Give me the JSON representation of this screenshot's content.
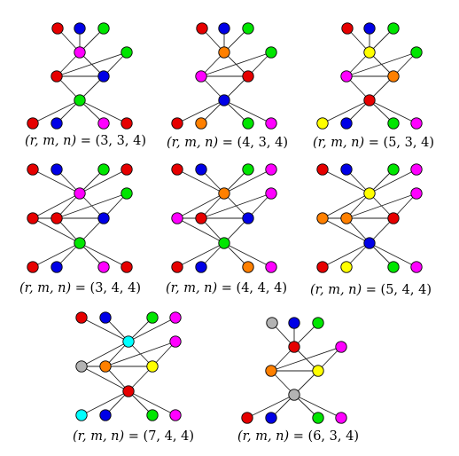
{
  "palette": {
    "R": "#e60000",
    "B": "#0000e6",
    "G": "#00e600",
    "M": "#ff00ff",
    "O": "#ff8000",
    "Y": "#ffff00",
    "C": "#00ffff",
    "S": "#b3b3b3"
  },
  "captions": {
    "c1": {
      "prefix": "(r, m, n) = ",
      "value": "(3, 3, 4)"
    },
    "c2": {
      "prefix": "(r, m, n) = ",
      "value": "(4, 3, 4)"
    },
    "c3": {
      "prefix": "(r, m, n) = ",
      "value": "(5, 3, 4)"
    },
    "c4": {
      "prefix": "(r, m, n) = ",
      "value": "(3, 4, 4)"
    },
    "c5": {
      "prefix": "(r, m, n) = ",
      "value": "(4, 4, 4)"
    },
    "c6": {
      "prefix": "(r, m, n) = ",
      "value": "(5, 4, 4)"
    },
    "c7": {
      "prefix": "(r, m, n) = ",
      "value": "(7, 4, 4)"
    },
    "c8": {
      "prefix": "(r, m, n) = ",
      "value": "(6, 3, 4)"
    }
  },
  "graphs": [
    {
      "id": "graph-334",
      "nodes": [
        {
          "id": "t1",
          "color": "R"
        },
        {
          "id": "t2",
          "color": "B"
        },
        {
          "id": "t3",
          "color": "G"
        },
        {
          "id": "hub1",
          "color": "M"
        },
        {
          "id": "side",
          "color": "G"
        },
        {
          "id": "midL",
          "color": "R"
        },
        {
          "id": "midR",
          "color": "B"
        },
        {
          "id": "hub2",
          "color": "G"
        },
        {
          "id": "b1",
          "color": "R"
        },
        {
          "id": "b2",
          "color": "B"
        },
        {
          "id": "b3",
          "color": "M"
        },
        {
          "id": "b4",
          "color": "R"
        }
      ],
      "edges": [
        [
          "t1",
          "hub1"
        ],
        [
          "t2",
          "hub1"
        ],
        [
          "t3",
          "hub1"
        ],
        [
          "hub1",
          "midL"
        ],
        [
          "hub1",
          "midR"
        ],
        [
          "side",
          "midL"
        ],
        [
          "side",
          "midR"
        ],
        [
          "midL",
          "midR"
        ],
        [
          "midL",
          "hub2"
        ],
        [
          "midR",
          "hub2"
        ],
        [
          "hub2",
          "b1"
        ],
        [
          "hub2",
          "b2"
        ],
        [
          "hub2",
          "b3"
        ],
        [
          "hub2",
          "b4"
        ]
      ]
    },
    {
      "id": "graph-434",
      "nodes": [
        {
          "id": "t1",
          "color": "R"
        },
        {
          "id": "t2",
          "color": "B"
        },
        {
          "id": "t3",
          "color": "G"
        },
        {
          "id": "hub1",
          "color": "O"
        },
        {
          "id": "side",
          "color": "G"
        },
        {
          "id": "midL",
          "color": "M"
        },
        {
          "id": "midR",
          "color": "R"
        },
        {
          "id": "hub2",
          "color": "B"
        },
        {
          "id": "b1",
          "color": "R"
        },
        {
          "id": "b2",
          "color": "O"
        },
        {
          "id": "b3",
          "color": "G"
        },
        {
          "id": "b4",
          "color": "M"
        }
      ],
      "edges": [
        [
          "t1",
          "hub1"
        ],
        [
          "t2",
          "hub1"
        ],
        [
          "t3",
          "hub1"
        ],
        [
          "hub1",
          "midL"
        ],
        [
          "hub1",
          "midR"
        ],
        [
          "side",
          "midL"
        ],
        [
          "side",
          "midR"
        ],
        [
          "midL",
          "midR"
        ],
        [
          "midL",
          "hub2"
        ],
        [
          "midR",
          "hub2"
        ],
        [
          "hub2",
          "b1"
        ],
        [
          "hub2",
          "b2"
        ],
        [
          "hub2",
          "b3"
        ],
        [
          "hub2",
          "b4"
        ]
      ]
    },
    {
      "id": "graph-534",
      "nodes": [
        {
          "id": "t1",
          "color": "R"
        },
        {
          "id": "t2",
          "color": "B"
        },
        {
          "id": "t3",
          "color": "G"
        },
        {
          "id": "hub1",
          "color": "Y"
        },
        {
          "id": "side",
          "color": "G"
        },
        {
          "id": "midL",
          "color": "M"
        },
        {
          "id": "midR",
          "color": "O"
        },
        {
          "id": "hub2",
          "color": "R"
        },
        {
          "id": "b1",
          "color": "Y"
        },
        {
          "id": "b2",
          "color": "B"
        },
        {
          "id": "b3",
          "color": "G"
        },
        {
          "id": "b4",
          "color": "M"
        }
      ],
      "edges": [
        [
          "t1",
          "hub1"
        ],
        [
          "t2",
          "hub1"
        ],
        [
          "t3",
          "hub1"
        ],
        [
          "hub1",
          "midL"
        ],
        [
          "hub1",
          "midR"
        ],
        [
          "side",
          "midL"
        ],
        [
          "side",
          "midR"
        ],
        [
          "midL",
          "midR"
        ],
        [
          "midL",
          "hub2"
        ],
        [
          "midR",
          "hub2"
        ],
        [
          "hub2",
          "b1"
        ],
        [
          "hub2",
          "b2"
        ],
        [
          "hub2",
          "b3"
        ],
        [
          "hub2",
          "b4"
        ]
      ]
    },
    {
      "id": "graph-344",
      "nodes": [
        {
          "id": "t1",
          "color": "R"
        },
        {
          "id": "t2",
          "color": "B"
        },
        {
          "id": "t3",
          "color": "G"
        },
        {
          "id": "t4",
          "color": "R"
        },
        {
          "id": "hub1",
          "color": "M"
        },
        {
          "id": "side",
          "color": "G"
        },
        {
          "id": "outer",
          "color": "R"
        },
        {
          "id": "midL",
          "color": "R"
        },
        {
          "id": "midR",
          "color": "B"
        },
        {
          "id": "hub2",
          "color": "G"
        },
        {
          "id": "b1",
          "color": "R"
        },
        {
          "id": "b2",
          "color": "B"
        },
        {
          "id": "b3",
          "color": "M"
        },
        {
          "id": "b4",
          "color": "R"
        }
      ],
      "edges": [
        [
          "t1",
          "hub1"
        ],
        [
          "t2",
          "hub1"
        ],
        [
          "t3",
          "hub1"
        ],
        [
          "t4",
          "hub1"
        ],
        [
          "hub1",
          "outer"
        ],
        [
          "hub1",
          "midL"
        ],
        [
          "hub1",
          "midR"
        ],
        [
          "side",
          "midL"
        ],
        [
          "side",
          "midR"
        ],
        [
          "outer",
          "midL"
        ],
        [
          "midL",
          "midR"
        ],
        [
          "outer",
          "hub2"
        ],
        [
          "midL",
          "hub2"
        ],
        [
          "midR",
          "hub2"
        ],
        [
          "hub2",
          "b1"
        ],
        [
          "hub2",
          "b2"
        ],
        [
          "hub2",
          "b3"
        ],
        [
          "hub2",
          "b4"
        ]
      ]
    },
    {
      "id": "graph-444",
      "nodes": [
        {
          "id": "t1",
          "color": "R"
        },
        {
          "id": "t2",
          "color": "B"
        },
        {
          "id": "t3",
          "color": "G"
        },
        {
          "id": "t4",
          "color": "M"
        },
        {
          "id": "hub1",
          "color": "O"
        },
        {
          "id": "side",
          "color": "M"
        },
        {
          "id": "outer",
          "color": "M"
        },
        {
          "id": "midL",
          "color": "R"
        },
        {
          "id": "midR",
          "color": "B"
        },
        {
          "id": "hub2",
          "color": "G"
        },
        {
          "id": "b1",
          "color": "R"
        },
        {
          "id": "b2",
          "color": "B"
        },
        {
          "id": "b3",
          "color": "O"
        },
        {
          "id": "b4",
          "color": "M"
        }
      ],
      "edges": [
        [
          "t1",
          "hub1"
        ],
        [
          "t2",
          "hub1"
        ],
        [
          "t3",
          "hub1"
        ],
        [
          "t4",
          "hub1"
        ],
        [
          "hub1",
          "outer"
        ],
        [
          "hub1",
          "midL"
        ],
        [
          "hub1",
          "midR"
        ],
        [
          "side",
          "midL"
        ],
        [
          "side",
          "midR"
        ],
        [
          "outer",
          "midL"
        ],
        [
          "midL",
          "midR"
        ],
        [
          "outer",
          "hub2"
        ],
        [
          "midL",
          "hub2"
        ],
        [
          "midR",
          "hub2"
        ],
        [
          "hub2",
          "b1"
        ],
        [
          "hub2",
          "b2"
        ],
        [
          "hub2",
          "b3"
        ],
        [
          "hub2",
          "b4"
        ]
      ]
    },
    {
      "id": "graph-544",
      "nodes": [
        {
          "id": "t1",
          "color": "R"
        },
        {
          "id": "t2",
          "color": "B"
        },
        {
          "id": "t3",
          "color": "G"
        },
        {
          "id": "t4",
          "color": "M"
        },
        {
          "id": "hub1",
          "color": "Y"
        },
        {
          "id": "side",
          "color": "M"
        },
        {
          "id": "outer",
          "color": "O"
        },
        {
          "id": "midL",
          "color": "O"
        },
        {
          "id": "midR",
          "color": "R"
        },
        {
          "id": "hub2",
          "color": "B"
        },
        {
          "id": "b1",
          "color": "R"
        },
        {
          "id": "b2",
          "color": "Y"
        },
        {
          "id": "b3",
          "color": "G"
        },
        {
          "id": "b4",
          "color": "M"
        }
      ],
      "edges": [
        [
          "t1",
          "hub1"
        ],
        [
          "t2",
          "hub1"
        ],
        [
          "t3",
          "hub1"
        ],
        [
          "t4",
          "hub1"
        ],
        [
          "hub1",
          "outer"
        ],
        [
          "hub1",
          "midL"
        ],
        [
          "hub1",
          "midR"
        ],
        [
          "side",
          "midL"
        ],
        [
          "side",
          "midR"
        ],
        [
          "outer",
          "midL"
        ],
        [
          "midL",
          "midR"
        ],
        [
          "outer",
          "hub2"
        ],
        [
          "midL",
          "hub2"
        ],
        [
          "midR",
          "hub2"
        ],
        [
          "hub2",
          "b1"
        ],
        [
          "hub2",
          "b2"
        ],
        [
          "hub2",
          "b3"
        ],
        [
          "hub2",
          "b4"
        ]
      ]
    },
    {
      "id": "graph-744",
      "nodes": [
        {
          "id": "t1",
          "color": "R"
        },
        {
          "id": "t2",
          "color": "B"
        },
        {
          "id": "t3",
          "color": "G"
        },
        {
          "id": "t4",
          "color": "M"
        },
        {
          "id": "hub1",
          "color": "C"
        },
        {
          "id": "side",
          "color": "M"
        },
        {
          "id": "outer",
          "color": "S"
        },
        {
          "id": "midL",
          "color": "O"
        },
        {
          "id": "midR",
          "color": "Y"
        },
        {
          "id": "hub2",
          "color": "R"
        },
        {
          "id": "b1",
          "color": "C"
        },
        {
          "id": "b2",
          "color": "B"
        },
        {
          "id": "b3",
          "color": "G"
        },
        {
          "id": "b4",
          "color": "M"
        }
      ],
      "edges": [
        [
          "t1",
          "hub1"
        ],
        [
          "t2",
          "hub1"
        ],
        [
          "t3",
          "hub1"
        ],
        [
          "t4",
          "hub1"
        ],
        [
          "hub1",
          "outer"
        ],
        [
          "hub1",
          "midL"
        ],
        [
          "hub1",
          "midR"
        ],
        [
          "side",
          "midL"
        ],
        [
          "side",
          "midR"
        ],
        [
          "outer",
          "midL"
        ],
        [
          "midL",
          "midR"
        ],
        [
          "outer",
          "hub2"
        ],
        [
          "midL",
          "hub2"
        ],
        [
          "midR",
          "hub2"
        ],
        [
          "hub2",
          "b1"
        ],
        [
          "hub2",
          "b2"
        ],
        [
          "hub2",
          "b3"
        ],
        [
          "hub2",
          "b4"
        ]
      ]
    },
    {
      "id": "graph-634",
      "nodes": [
        {
          "id": "t1",
          "color": "S"
        },
        {
          "id": "t2",
          "color": "B"
        },
        {
          "id": "t3",
          "color": "G"
        },
        {
          "id": "hub1",
          "color": "R"
        },
        {
          "id": "side",
          "color": "M"
        },
        {
          "id": "midL",
          "color": "O"
        },
        {
          "id": "midR",
          "color": "Y"
        },
        {
          "id": "hub2",
          "color": "S"
        },
        {
          "id": "b1",
          "color": "R"
        },
        {
          "id": "b2",
          "color": "B"
        },
        {
          "id": "b3",
          "color": "G"
        },
        {
          "id": "b4",
          "color": "M"
        }
      ],
      "edges": [
        [
          "t1",
          "hub1"
        ],
        [
          "t2",
          "hub1"
        ],
        [
          "t3",
          "hub1"
        ],
        [
          "hub1",
          "midL"
        ],
        [
          "hub1",
          "midR"
        ],
        [
          "side",
          "midL"
        ],
        [
          "side",
          "midR"
        ],
        [
          "midL",
          "midR"
        ],
        [
          "midL",
          "hub2"
        ],
        [
          "midR",
          "hub2"
        ],
        [
          "hub2",
          "b1"
        ],
        [
          "hub2",
          "b2"
        ],
        [
          "hub2",
          "b3"
        ],
        [
          "hub2",
          "b4"
        ]
      ]
    }
  ]
}
